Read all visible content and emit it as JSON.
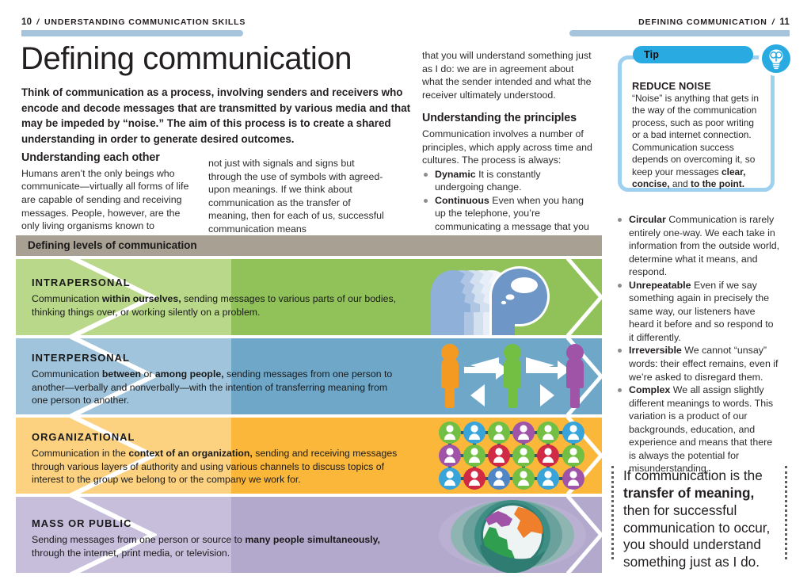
{
  "header": {
    "left_page_number": "10",
    "left_slash": "/",
    "left_title": "UNDERSTANDING COMMUNICATION SKILLS",
    "right_title": "DEFINING COMMUNICATION",
    "right_slash": "/",
    "right_page_number": "11"
  },
  "page_title": "Defining communication",
  "standfirst": "Think of communication as a process, involving senders and receivers who encode and decode messages that are transmitted by various media and that may be impeded by “noise.” The aim of this process is to create a shared understanding in order to generate desired outcomes.",
  "column_a": {
    "heading": "Understanding each other",
    "body": "Humans aren’t the only beings who communicate—virtually all forms of life are capable of sending and receiving messages. People, however, are the only living organisms known to communicate"
  },
  "column_b": {
    "body": "not just with signals and signs but through the use of symbols with agreed-upon meanings. If we think about communication as the transfer of meaning, then for each of us, successful communication means"
  },
  "column_c": {
    "body_top": "that you will understand something just as I do: we are in agreement about what the sender intended and what the receiver ultimately understood.",
    "heading": "Understanding the principles",
    "body_mid": "Communication involves a number of principles, which apply across time and cultures. The process is always:",
    "bullets": [
      {
        "term": "Dynamic",
        "text": " It is constantly undergoing change."
      },
      {
        "term": "Continuous",
        "text": " Even when you hang up the telephone, you’re communicating a message that you have nothing more to say."
      }
    ]
  },
  "tip": {
    "tab_label": "Tip",
    "icon": "lightbulb-icon",
    "heading": "REDUCE NOISE",
    "body_part1": "“Noise” is anything that gets in the way of the communication process, such as poor writing or a bad internet connection. Communication success depends on overcoming it, so keep your messages ",
    "bold1": "clear, concise,",
    "body_part2": " and ",
    "bold2": "to the point.",
    "tab_color": "#29abe2",
    "border_color": "#9fd0ef"
  },
  "right_bullets": [
    {
      "term": "Circular",
      "text": " Communication is rarely entirely one-way. We each take in information from the outside world, determine what it means, and respond."
    },
    {
      "term": "Unrepeatable",
      "text": " Even if we say something again in precisely the same way, our listeners have heard it before and so respond to it differently."
    },
    {
      "term": "Irreversible",
      "text": " We cannot “unsay” words: their effect remains, even if we’re asked to disregard them."
    },
    {
      "term": "Complex",
      "text": " We all assign slightly different meanings to words. This variation is a product of our backgrounds, education, and experience and means that there is always the potential for misunderstanding."
    }
  ],
  "pullquote": {
    "part1": "If communication is the ",
    "bold": "transfer of meaning,",
    "part2": " then for successful communication to occur, you should understand something just as I do."
  },
  "levels": {
    "title": "Defining levels of communication",
    "title_bg": "#a9a094",
    "items": [
      {
        "level": "INTRAPERSONAL",
        "desc_part1": "Communication ",
        "desc_bold": "within ourselves,",
        "desc_part2": " sending messages to various parts of our bodies, thinking things over, or working silently on a problem.",
        "color_dark": "#91c25a",
        "color_light": "#b9d889",
        "art": "heads-thought-icon"
      },
      {
        "level": "INTERPERSONAL",
        "desc_part1": "Communication ",
        "desc_bold": "between",
        "desc_mid": " or ",
        "desc_bold2": "among people,",
        "desc_part2": " sending messages from one person to another—verbally and nonverbally—with the intention of transferring meaning from one person to another.",
        "color_dark": "#6fa7c9",
        "color_light": "#a0c4dc",
        "art": "three-people-arrows-icon"
      },
      {
        "level": "ORGANIZATIONAL",
        "desc_part1": "Communication in the ",
        "desc_bold": "context of an organization,",
        "desc_part2": " sending and receiving messages through various layers of authority and using various channels to discuss topics of interest to the group we belong to or the company we work for.",
        "color_dark": "#fbb739",
        "color_light": "#fcd180",
        "art": "people-network-grid-icon"
      },
      {
        "level": "MASS OR PUBLIC",
        "desc_part1": "Sending messages from one person or source to ",
        "desc_bold": "many people simultaneously,",
        "desc_part2": " through the internet, print media, or television.",
        "color_dark": "#b3a9cd",
        "color_light": "#c6bedb",
        "art": "globe-broadcast-icon"
      }
    ]
  }
}
